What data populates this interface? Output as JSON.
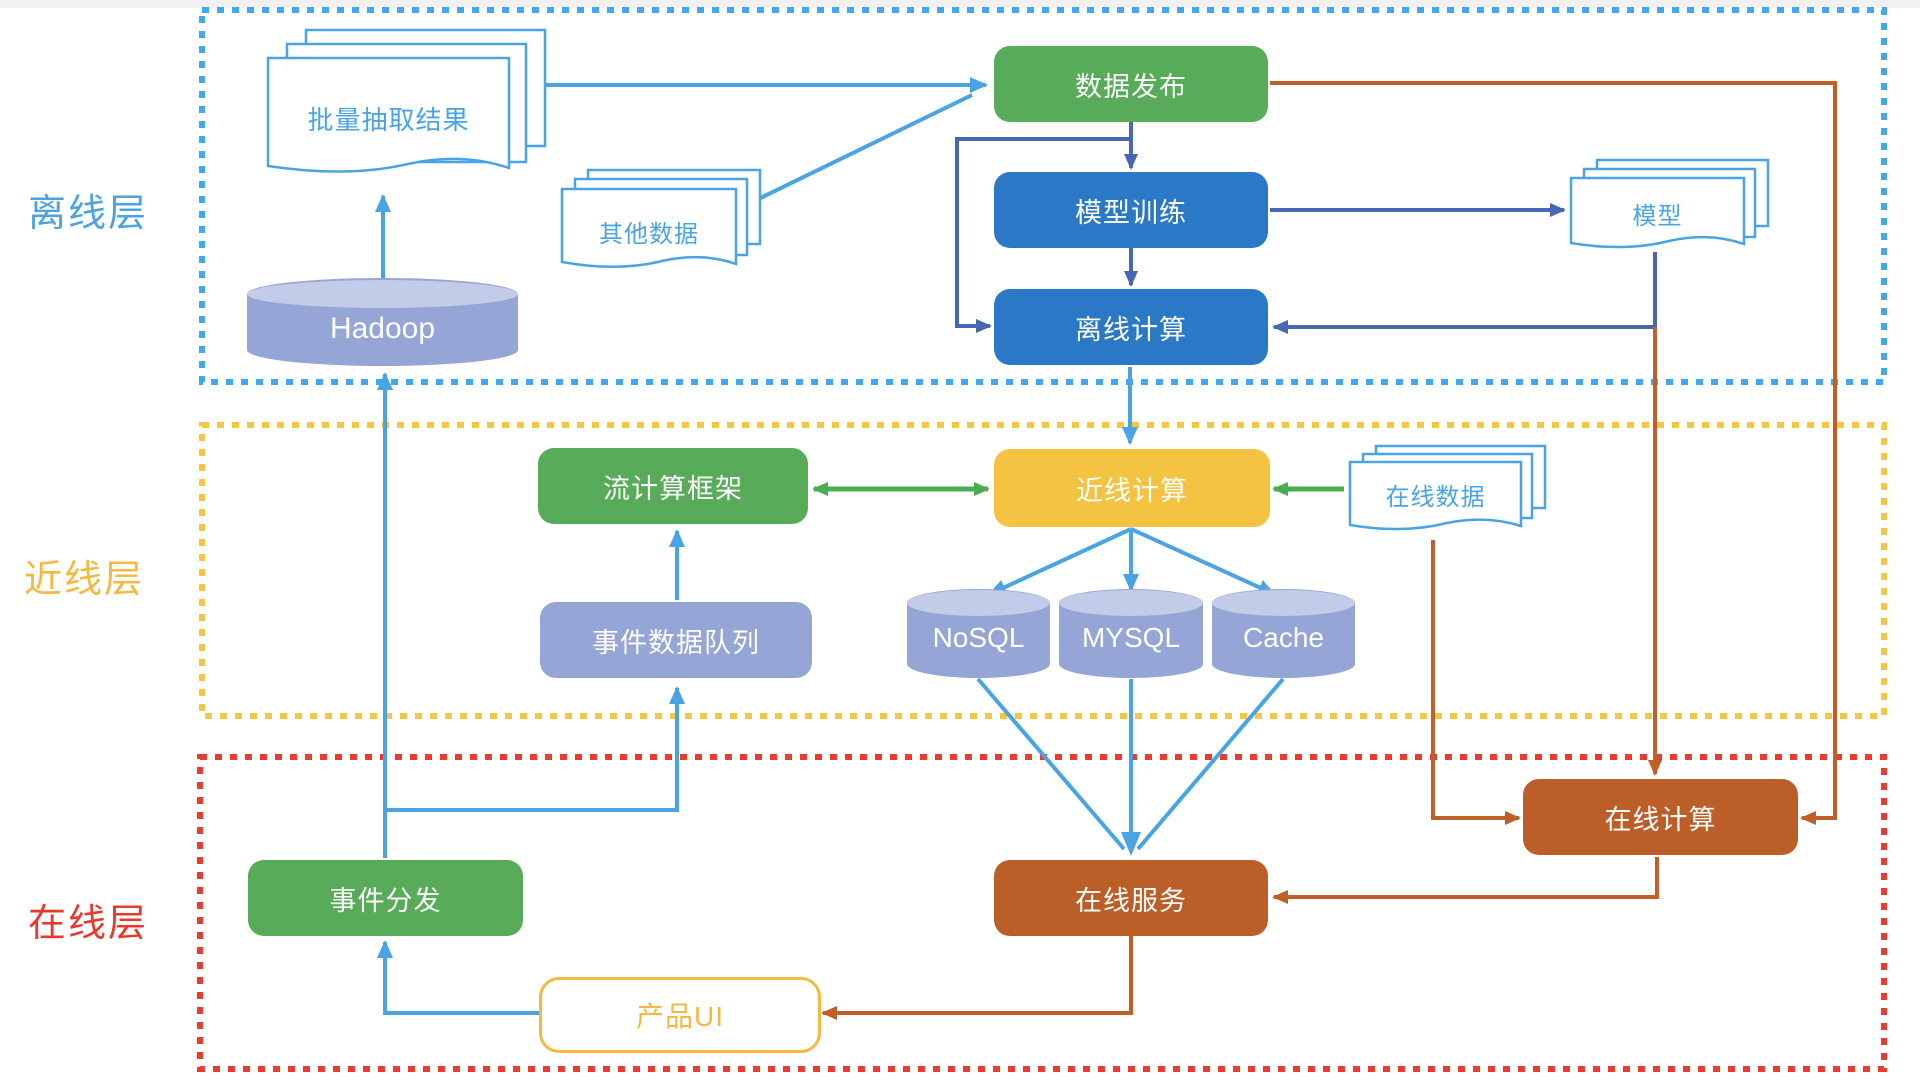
{
  "layers": {
    "offline": {
      "label": "离线层"
    },
    "nearline": {
      "label": "近线层"
    },
    "online": {
      "label": "在线层"
    }
  },
  "nodes": {
    "batch_result": {
      "label": "批量抽取结果"
    },
    "other_data": {
      "label": "其他数据"
    },
    "data_publish": {
      "label": "数据发布"
    },
    "model_training": {
      "label": "模型训练"
    },
    "offline_compute": {
      "label": "离线计算"
    },
    "model": {
      "label": "模型"
    },
    "hadoop": {
      "label": "Hadoop"
    },
    "stream_framework": {
      "label": "流计算框架"
    },
    "nearline_compute": {
      "label": "近线计算"
    },
    "online_data": {
      "label": "在线数据"
    },
    "event_queue": {
      "label": "事件数据队列"
    },
    "nosql": {
      "label": "NoSQL"
    },
    "mysql": {
      "label": "MYSQL"
    },
    "cache": {
      "label": "Cache"
    },
    "online_compute": {
      "label": "在线计算"
    },
    "event_dispatch": {
      "label": "事件分发"
    },
    "online_service": {
      "label": "在线服务"
    },
    "product_ui": {
      "label": "产品UI"
    }
  },
  "colors": {
    "layer_offline_border": "#41a7f0",
    "layer_nearline_border": "#f7c544",
    "layer_online_border": "#ea3b2f",
    "layer_offline_label": "#4da3e0",
    "layer_nearline_label": "#f5b942",
    "layer_online_label": "#e8392e",
    "box_green": "#57ab59",
    "box_blue": "#2a78c6",
    "box_yellow": "#f5c342",
    "box_brown": "#bc5e27",
    "box_periwinkle": "#95a5d6",
    "cylinder_top": "#c2cbe7",
    "document_outline": "#4aa4e3",
    "arrow_lightblue": "#4aa4e3",
    "arrow_darkblue": "#4767b5",
    "arrow_green": "#4bad51",
    "arrow_orange": "#c05f28"
  }
}
